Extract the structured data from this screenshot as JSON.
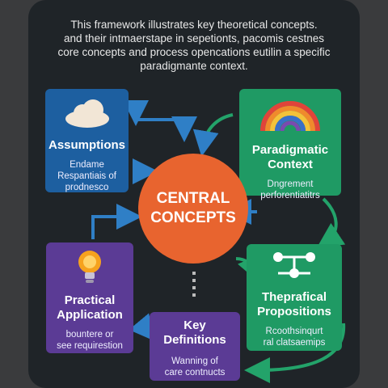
{
  "intro": {
    "lines": [
      "This framework illustrates key theoretical concepts.",
      "and their intmaerstape in sepetionts, pacomis cestnes",
      "core concepts and process opencations eutilin a specific",
      "paradigmante context."
    ]
  },
  "central": {
    "line1": "CENTRAL",
    "line2": "CONCEPTS"
  },
  "boxes": {
    "assumptions": {
      "title": "Assumptions",
      "desc": [
        "Endame",
        "Respantiais of",
        "prodnesco"
      ],
      "icon": "cloud-icon"
    },
    "paradigm": {
      "title": [
        "Paradigmatic",
        "Context"
      ],
      "desc": [
        "Dngrement",
        "perforentiatitrs"
      ],
      "icon": "rainbow-icon"
    },
    "practical": {
      "title": [
        "Practical",
        "Application"
      ],
      "desc": [
        "bountere or",
        "see requirestion"
      ],
      "icon": "lightbulb-icon"
    },
    "theoretical": {
      "title": [
        "Theprafical",
        "Propositions"
      ],
      "desc": [
        "Rcoothsinqurt",
        "ral clatsaemips"
      ],
      "icon": "network-icon"
    },
    "definitions": {
      "title": [
        "Key",
        "Definitions"
      ],
      "desc": [
        "Wanning of",
        "care contnucts"
      ]
    }
  },
  "colors": {
    "background": "#3a3b3d",
    "panel": "#1f2428",
    "blue": "#1d5fa0",
    "green": "#1f9a64",
    "purple": "#5b3b95",
    "orange": "#e8642f",
    "arrow_blue": "#2f7fc6",
    "arrow_green": "#23a36a"
  }
}
